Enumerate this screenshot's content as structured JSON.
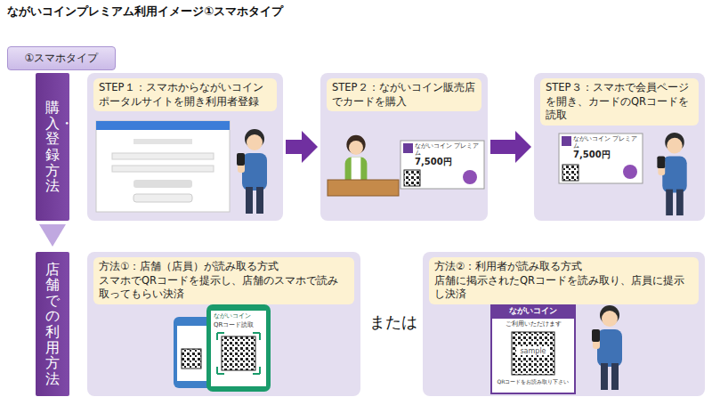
{
  "diagram": {
    "title": "ながいコインプレミアム利用イメージ①スマホタイプ",
    "nodes": [
      {
        "text": [
          "①スマホタイプ"
        ]
      },
      {
        "text": [
          "購入・登録方法"
        ]
      },
      {
        "text": [
          "STEP１：スマホからながいコインポータルサイトを開き利用者登録"
        ]
      },
      {
        "text": [
          "STEP２：ながいコイン販売店でカードを購入"
        ]
      },
      {
        "text": [
          "STEP３：スマホで会員ページを開き、カードのQRコードを読取"
        ]
      },
      {
        "text": [
          "店舗での利用方法"
        ]
      },
      {
        "text": [
          "方法①：店舗（店員）が読み取る方式",
          "スマホでQRコードを提示し、店舗のスマホで読み取ってもらい決済"
        ]
      },
      {
        "text": [
          "方法②：利用者が読み取る方式",
          "店舗に掲示されたQRコードを読み取り、店員に提示し決済"
        ]
      }
    ],
    "edges": [
      {
        "from": 2,
        "to": 3,
        "arrow": "to"
      },
      {
        "from": 3,
        "to": 4,
        "arrow": "to"
      },
      {
        "from": 1,
        "to": 5,
        "arrow": "to"
      }
    ],
    "labels": [
      "ながいコイン プレミアム",
      "7,500円",
      "ながいコイン プレミアム",
      "7,500円",
      "ながいコイン",
      "QRコード読取",
      "ながいコイン",
      "ご利用いただけます",
      "sample",
      "QRコードをお読み取り下さい",
      "または"
    ]
  }
}
